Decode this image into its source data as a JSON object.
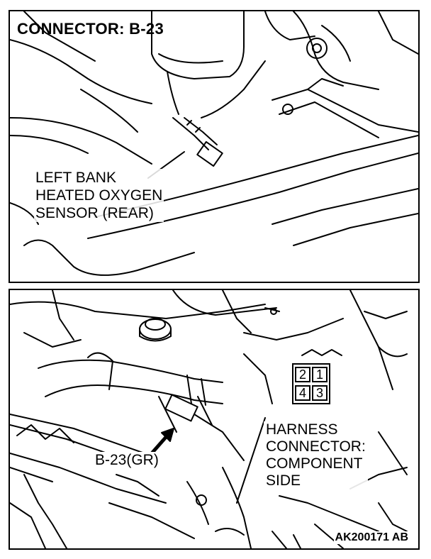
{
  "top_panel": {
    "title": "CONNECTOR: B-23",
    "sensor_label": [
      "LEFT BANK",
      "HEATED OXYGEN",
      "SENSOR (REAR)"
    ]
  },
  "bottom_panel": {
    "connector_callout": "B-23(GR)",
    "harness_label": [
      "HARNESS",
      "CONNECTOR:",
      "COMPONENT",
      "SIDE"
    ],
    "connector_pins": [
      "2",
      "1",
      "4",
      "3"
    ],
    "figure_code": "AK200171 AB"
  }
}
